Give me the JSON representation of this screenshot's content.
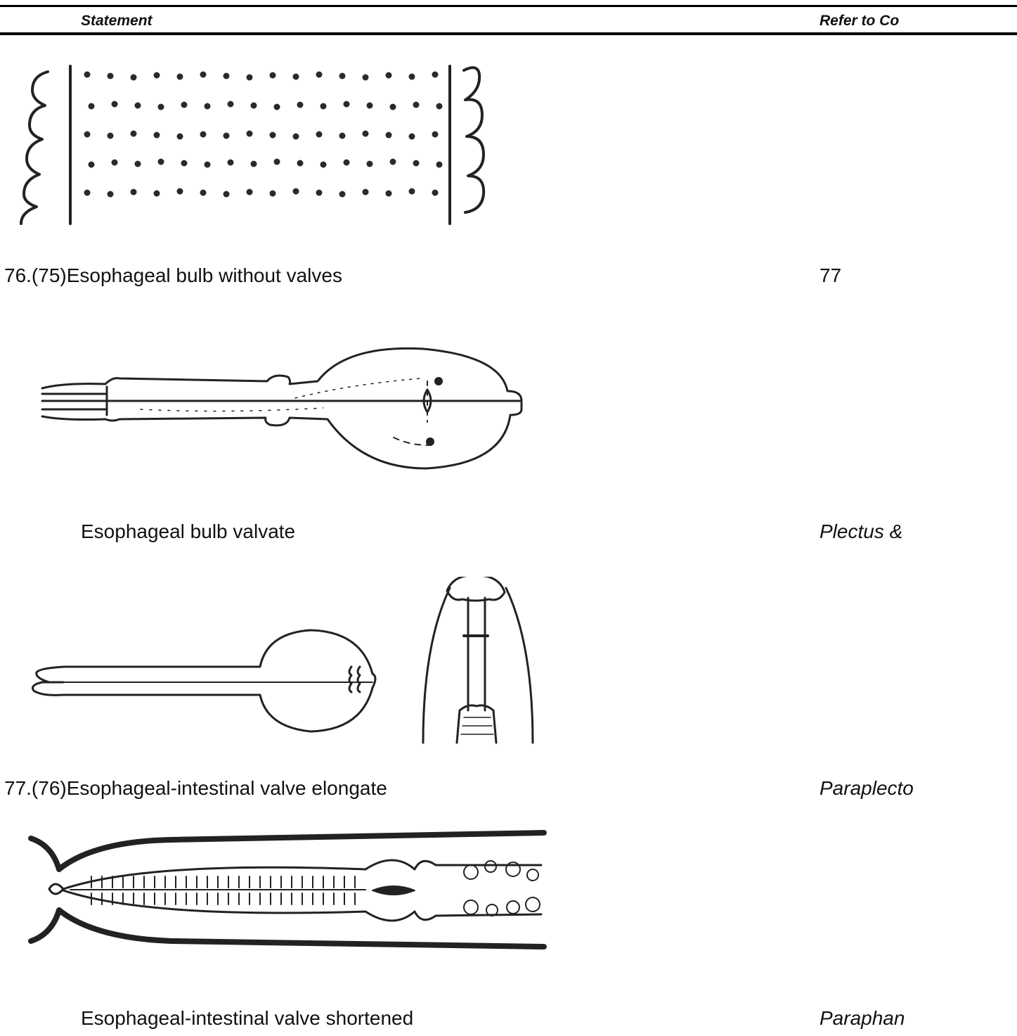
{
  "header": {
    "statement_label": "Statement",
    "refer_label": "Refer to Co"
  },
  "entries": [
    {
      "statement": "76.(75)Esophageal bulb without valves",
      "refer": "77"
    },
    {
      "statement": "Esophageal bulb valvate",
      "refer": "Plectus &"
    },
    {
      "statement": "77.(76)Esophageal-intestinal valve elongate",
      "refer": "Paraplecto"
    },
    {
      "statement": "Esophageal-intestinal valve shortened",
      "refer": "Paraphan"
    }
  ],
  "colors": {
    "text": "#111111",
    "rule": "#000000",
    "ink": "#222222"
  }
}
